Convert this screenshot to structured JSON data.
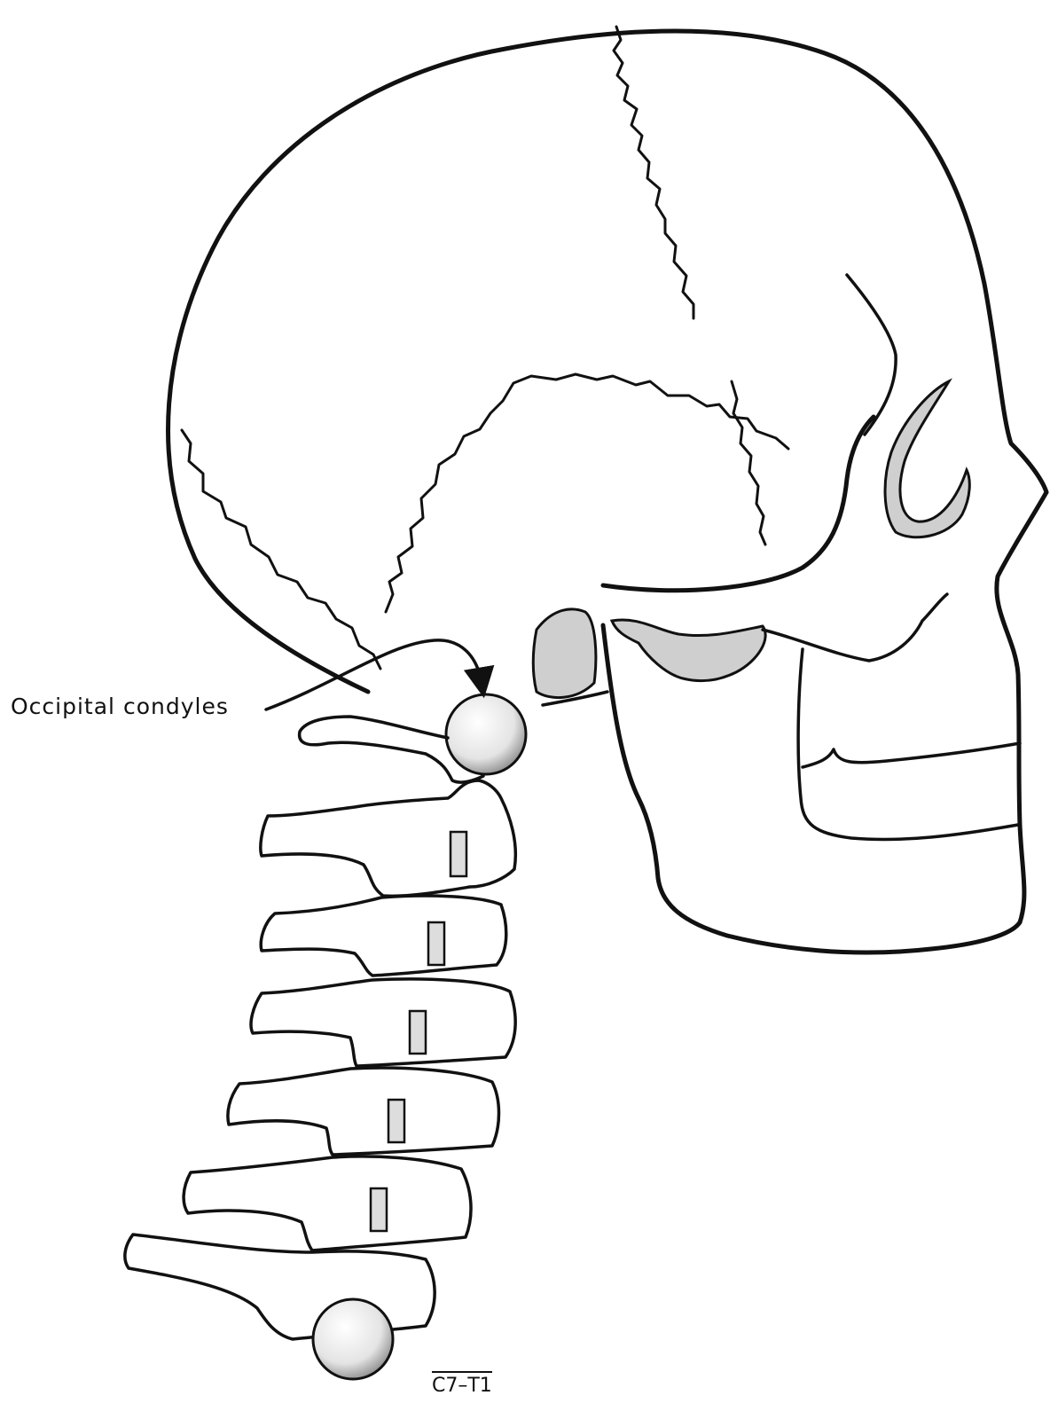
{
  "labels": {
    "occipital": "Occipital condyles",
    "c7t1": "C7–T1"
  },
  "colors": {
    "line": "#111111",
    "background": "#ffffff",
    "shading": "#cfcfcf"
  },
  "icons": [
    "skull-outline",
    "cervical-spine",
    "pointer-arrow"
  ]
}
